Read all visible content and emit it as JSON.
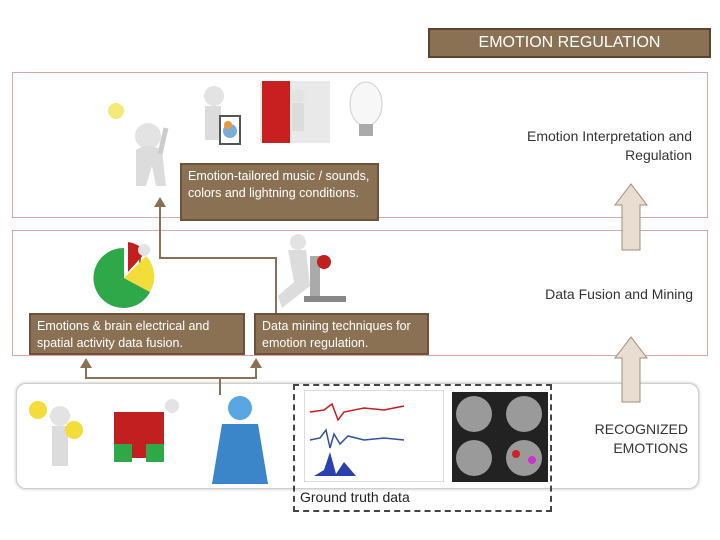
{
  "header": {
    "title": "EMOTION REGULATION"
  },
  "layers": {
    "top": {
      "label": "Emotion Interpretation and Regulation",
      "box_text": "Emotion-tailored music / sounds, colors and lightning conditions."
    },
    "middle": {
      "label": "Data Fusion and Mining",
      "box_left_text": "Emotions & brain electrical and spatial activity data fusion.",
      "box_right_text": "Data mining techniques for emotion regulation."
    },
    "bottom": {
      "label": "RECOGNIZED EMOTIONS",
      "ground_truth_label": "Ground truth data"
    }
  },
  "colors": {
    "box_fill": "#8b7154",
    "box_border": "#6b5438",
    "arrow_fill": "#e8ddd0",
    "arrow_stroke": "#a58e77",
    "panel_border": "#d9a7a7"
  },
  "icons": [
    "person-lightbulb-icon",
    "person-cart-icon",
    "person-red-door-icon",
    "lightbulb-icon",
    "pie-chart-person-icon",
    "person-microscope-icon",
    "person-emoji-faces-icon",
    "person-cube-icon",
    "human-body-icon",
    "eeg-signal-chart-icon",
    "brain-mri-scans-icon"
  ]
}
